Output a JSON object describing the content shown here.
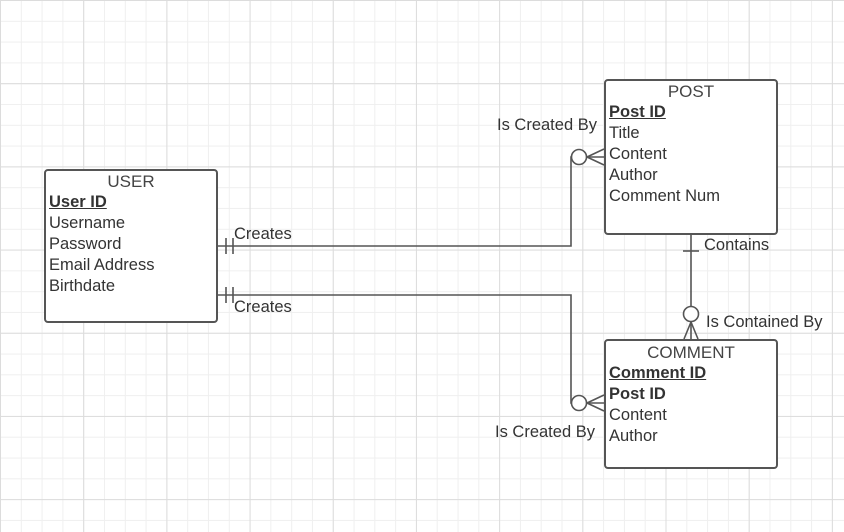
{
  "entities": {
    "user": {
      "title": "USER",
      "attributes": [
        "User ID",
        "Username",
        "Password",
        "Email Address",
        "Birthdate"
      ]
    },
    "post": {
      "title": "POST",
      "attributes": [
        "Post ID",
        "Title",
        "Content",
        "Author",
        "Comment Num"
      ]
    },
    "comment": {
      "title": "COMMENT",
      "attributes": [
        "Comment ID",
        "Post ID",
        "Content",
        "Author"
      ]
    }
  },
  "relationships": {
    "user_post": {
      "label_from": "Creates",
      "label_to": "Is Created By"
    },
    "user_comment": {
      "label_from": "Creates",
      "label_to": "Is Created By"
    },
    "post_comment": {
      "label_from": "Contains",
      "label_to": "Is Contained By"
    }
  },
  "colors": {
    "line": "#555555",
    "grid_major": "#dcdcdc",
    "grid_minor": "#efefef",
    "text": "#333333"
  }
}
